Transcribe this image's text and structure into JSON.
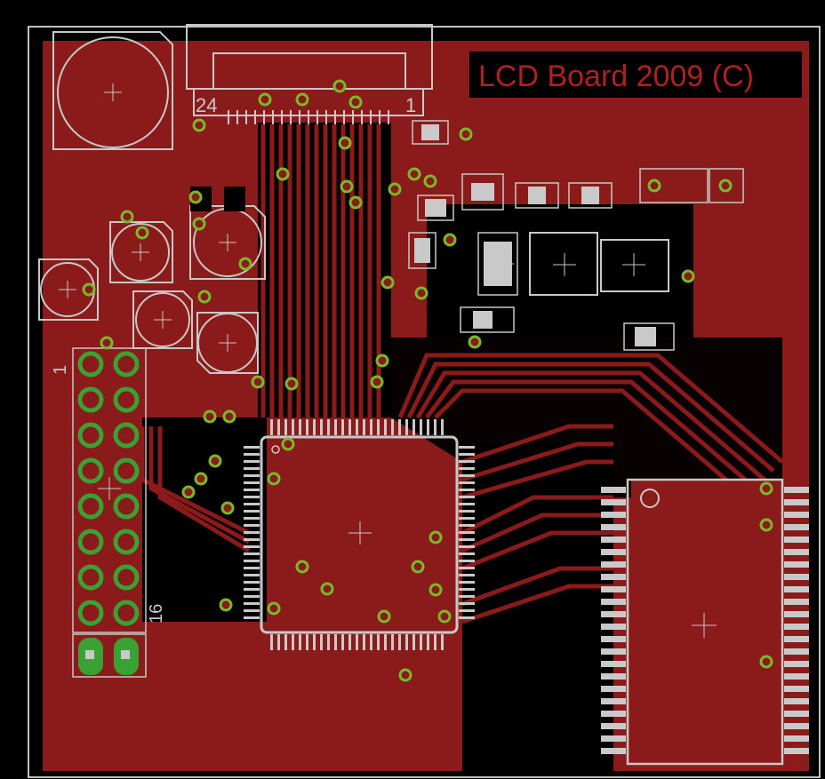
{
  "board": {
    "title": "LCD Board 2009 (C)",
    "colors": {
      "background": "#000000",
      "copper": "#8b1a1a",
      "title_bg": "#000000",
      "title_text": "#b02020",
      "silkscreen": "#c8c8c8",
      "via_ring": "#7ab82b",
      "pad": "#c9c9c9",
      "pad_green": "#3aa135"
    }
  },
  "connector": {
    "pin_left": "24",
    "pin_right": "1"
  },
  "header": {
    "pin_first": "1",
    "pin_last": "16"
  }
}
